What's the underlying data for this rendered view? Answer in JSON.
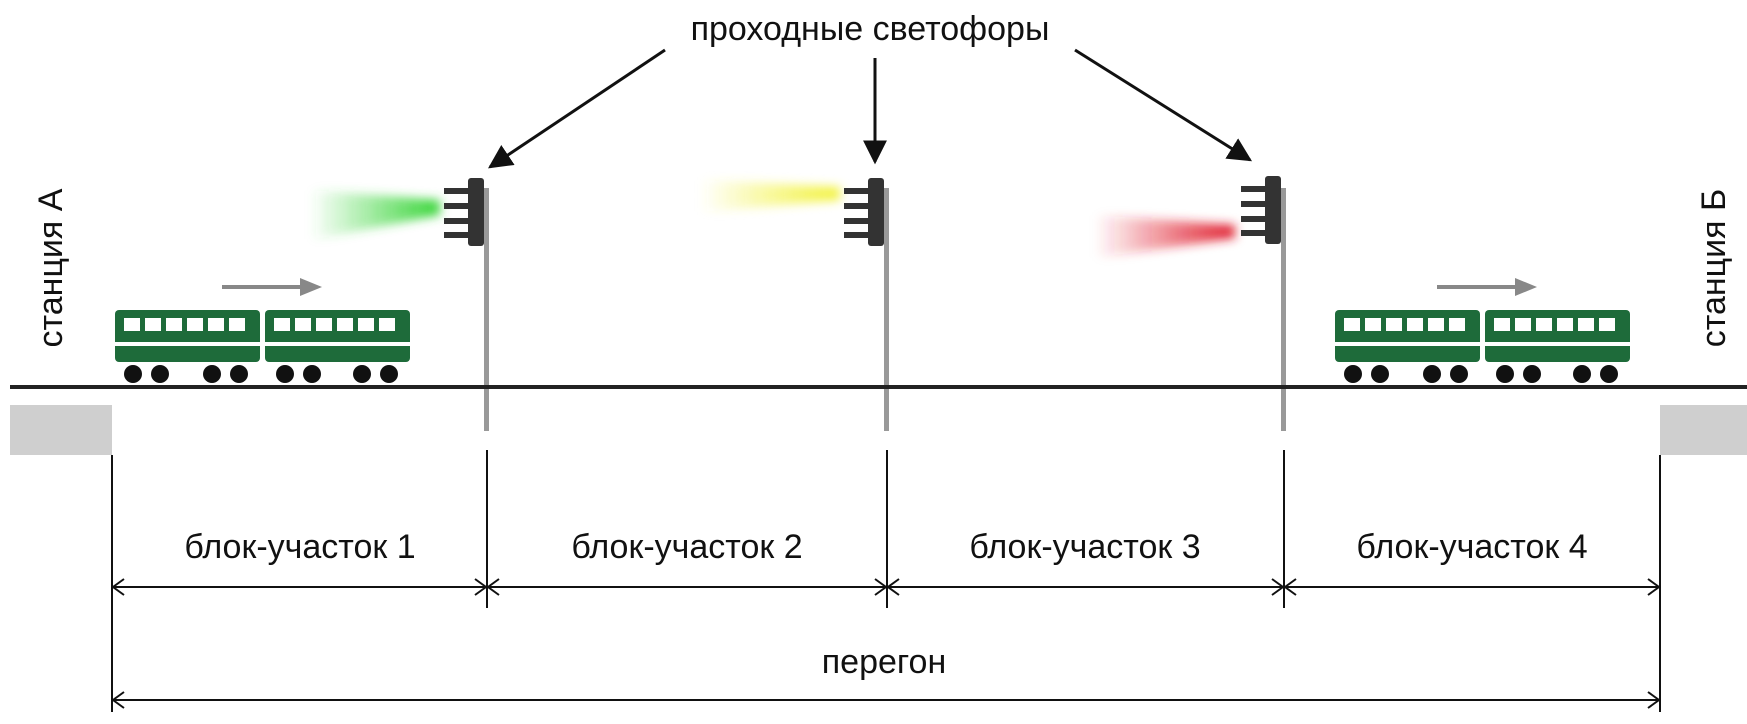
{
  "diagram": {
    "signals_label": "проходные светофоры",
    "station_a": "станция А",
    "station_b": "станция Б",
    "blocks": [
      {
        "label": "блок-участок 1"
      },
      {
        "label": "блок-участок 2"
      },
      {
        "label": "блок-участок 3"
      },
      {
        "label": "блок-участок 4"
      }
    ],
    "haul_label": "перегон",
    "signal_colors": {
      "green": "#39d539",
      "yellow": "#f2f23a",
      "red": "#e02030"
    },
    "train_color": "#1e6b3a"
  }
}
